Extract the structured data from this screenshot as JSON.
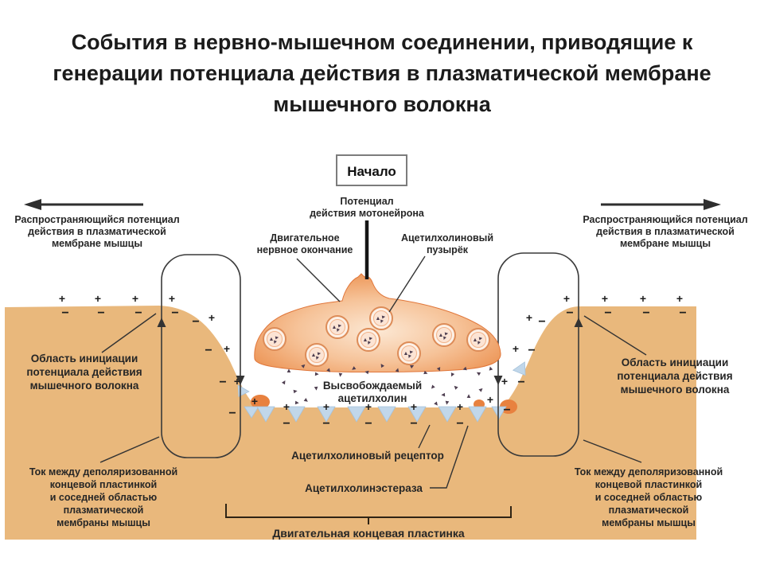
{
  "title": [
    "События в нервно-мышечном соединении, приводящие к",
    "генерации потенциала действия в плазматической мембране",
    "мышечного волокна"
  ],
  "diagram": {
    "start_box_label": "Начало",
    "charges": {
      "plus": "+",
      "minus": "−"
    },
    "labels": {
      "motoneuron_ap": [
        "Потенциал",
        "действия мотонейрона"
      ],
      "motor_nerve_terminal": [
        "Двигательное",
        "нервное окончание"
      ],
      "ach_vesicle": [
        "Ацетилхолиновый",
        "пузырёк"
      ],
      "spreading_ap_left": [
        "Распространяющийся потенциал",
        "действия в плазматической",
        "мембране мышцы"
      ],
      "spreading_ap_right": [
        "Распространяющийся потенциал",
        "действия в плазматической",
        "мембране мышцы"
      ],
      "ap_initiation_left": [
        "Область инициации",
        "потенциала действия",
        "мышечного волокна"
      ],
      "ap_initiation_right": [
        "Область инициации",
        "потенциала действия",
        "мышечного волокна"
      ],
      "released_ach": [
        "Высвобождаемый",
        "ацетилхолин"
      ],
      "ach_receptor": "Ацетилхолиновый рецептор",
      "ach_esterase": "Ацетилхолинэстераза",
      "local_current_left": [
        "Ток между деполяризованной",
        "концевой пластинкой",
        "и соседней областью",
        "плазматической",
        "мембраны мышцы"
      ],
      "local_current_right": [
        "Ток между деполяризованной",
        "концевой пластинкой",
        "и соседней областью",
        "плазматической",
        "мембраны мышцы"
      ],
      "motor_end_plate": "Двигательная концевая пластинка"
    },
    "colors": {
      "muscle": "#e9b87c",
      "terminal_edge": "#e0763a",
      "terminal_light": "#fbe4ce",
      "receptor_blue": "#c1d7ea",
      "receptor_edge": "#a5c2db",
      "vesicle_ring": "#dd8c58",
      "vesicle_fill": "#fdf1e7",
      "ach_molecule": "#4e3e50",
      "esterase_blob": "#e8813f"
    }
  }
}
